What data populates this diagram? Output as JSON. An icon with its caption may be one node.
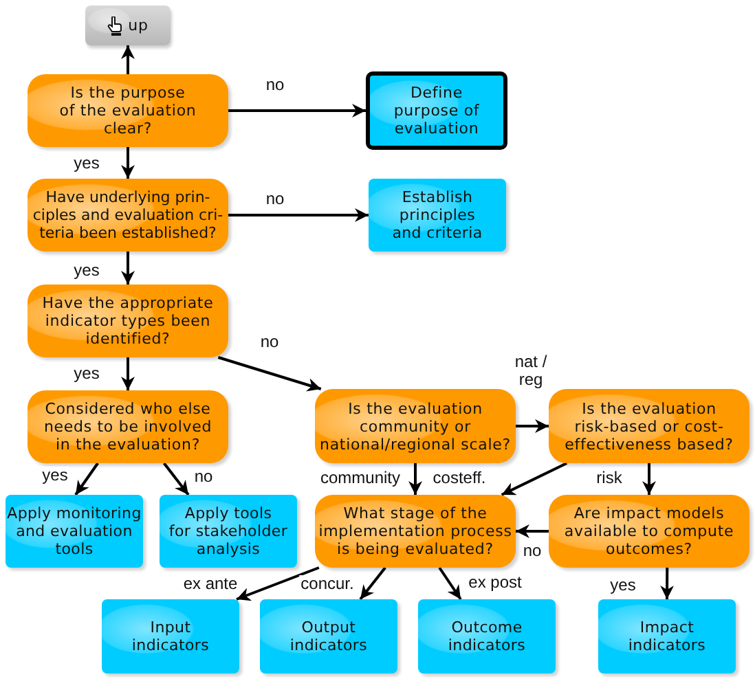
{
  "diagram": {
    "nodes": [
      {
        "text": [
          "up"
        ]
      },
      {
        "text": [
          "Is the purpose of the evaluation clear?"
        ]
      },
      {
        "text": [
          "Define purpose of evaluation"
        ]
      },
      {
        "text": [
          "Have underlying prin-ciples and evaluation cri-teria been established?"
        ]
      },
      {
        "text": [
          "Establish principles and criteria"
        ]
      },
      {
        "text": [
          "Have the appropriate indicator types been identified?"
        ]
      },
      {
        "text": [
          "Considered who else needs to be involved in the evaluation?"
        ]
      },
      {
        "text": [
          "Apply monitoring and evaluation tools"
        ]
      },
      {
        "text": [
          "Apply tools for stakeholder analysis"
        ]
      },
      {
        "text": [
          "Is the evaluation community or national/regional scale?"
        ]
      },
      {
        "text": [
          "Is the evaluation risk-based or cost-effectiveness based?"
        ]
      },
      {
        "text": [
          "What stage of the implementation process is being evaluated?"
        ]
      },
      {
        "text": [
          "Are impact models available to compute outcomes?"
        ]
      },
      {
        "text": [
          "Input indicators"
        ]
      },
      {
        "text": [
          "Output indicators"
        ]
      },
      {
        "text": [
          "Outcome indicators"
        ]
      },
      {
        "text": [
          "Impact indicators"
        ]
      }
    ],
    "edges": [
      {
        "from": 1,
        "to": 0,
        "arrow": "to"
      },
      {
        "from": 1,
        "to": 2,
        "arrow": "to",
        "label": "no"
      },
      {
        "from": 1,
        "to": 3,
        "arrow": "to",
        "label": "yes"
      },
      {
        "from": 3,
        "to": 4,
        "arrow": "to",
        "label": "no"
      },
      {
        "from": 3,
        "to": 5,
        "arrow": "to",
        "label": "yes"
      },
      {
        "from": 5,
        "to": 9,
        "arrow": "to",
        "label": "no"
      },
      {
        "from": 5,
        "to": 6,
        "arrow": "to",
        "label": "yes"
      },
      {
        "from": 6,
        "to": 7,
        "arrow": "to",
        "label": "yes"
      },
      {
        "from": 6,
        "to": 8,
        "arrow": "to",
        "label": "no"
      },
      {
        "from": 9,
        "to": 10,
        "arrow": "to",
        "label": "nat / reg"
      },
      {
        "from": 9,
        "to": 11,
        "arrow": "to",
        "label": "community"
      },
      {
        "from": 10,
        "to": 11,
        "arrow": "to",
        "label": "costeff."
      },
      {
        "from": 10,
        "to": 12,
        "arrow": "to",
        "label": "risk"
      },
      {
        "from": 12,
        "to": 11,
        "arrow": "to",
        "label": "no"
      },
      {
        "from": 11,
        "to": 13,
        "arrow": "to",
        "label": "ex ante"
      },
      {
        "from": 11,
        "to": 14,
        "arrow": "to",
        "label": "concur."
      },
      {
        "from": 11,
        "to": 15,
        "arrow": "to",
        "label": "ex post"
      },
      {
        "from": 12,
        "to": 16,
        "arrow": "to",
        "label": "yes"
      }
    ]
  }
}
